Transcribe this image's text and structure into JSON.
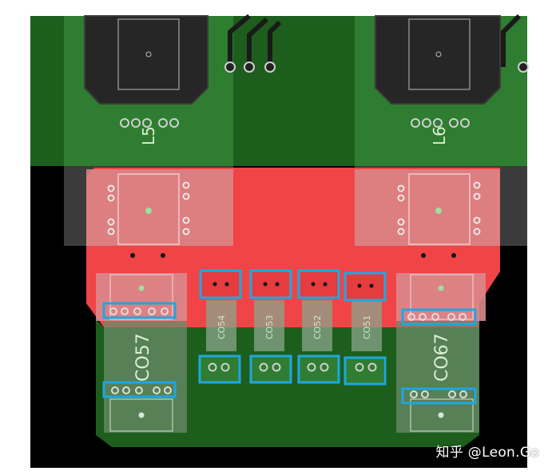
{
  "components": {
    "inductor_left": "L5",
    "inductor_right": "L6",
    "cap_left_big": "CO57",
    "cap_right_big": "CO67",
    "small_caps": [
      "CO54",
      "CO53",
      "CO52",
      "CO51"
    ]
  },
  "watermark": "知乎 @Leon.Go",
  "colors": {
    "background": "#000000",
    "ground_plane": "#1d5e1d",
    "green_copper": "#2f7d31",
    "red_copper": "#f04447",
    "highlight": "#1ea7e0",
    "pad_red": "#e53c3f",
    "inductor_body": "#2a2a2a"
  }
}
